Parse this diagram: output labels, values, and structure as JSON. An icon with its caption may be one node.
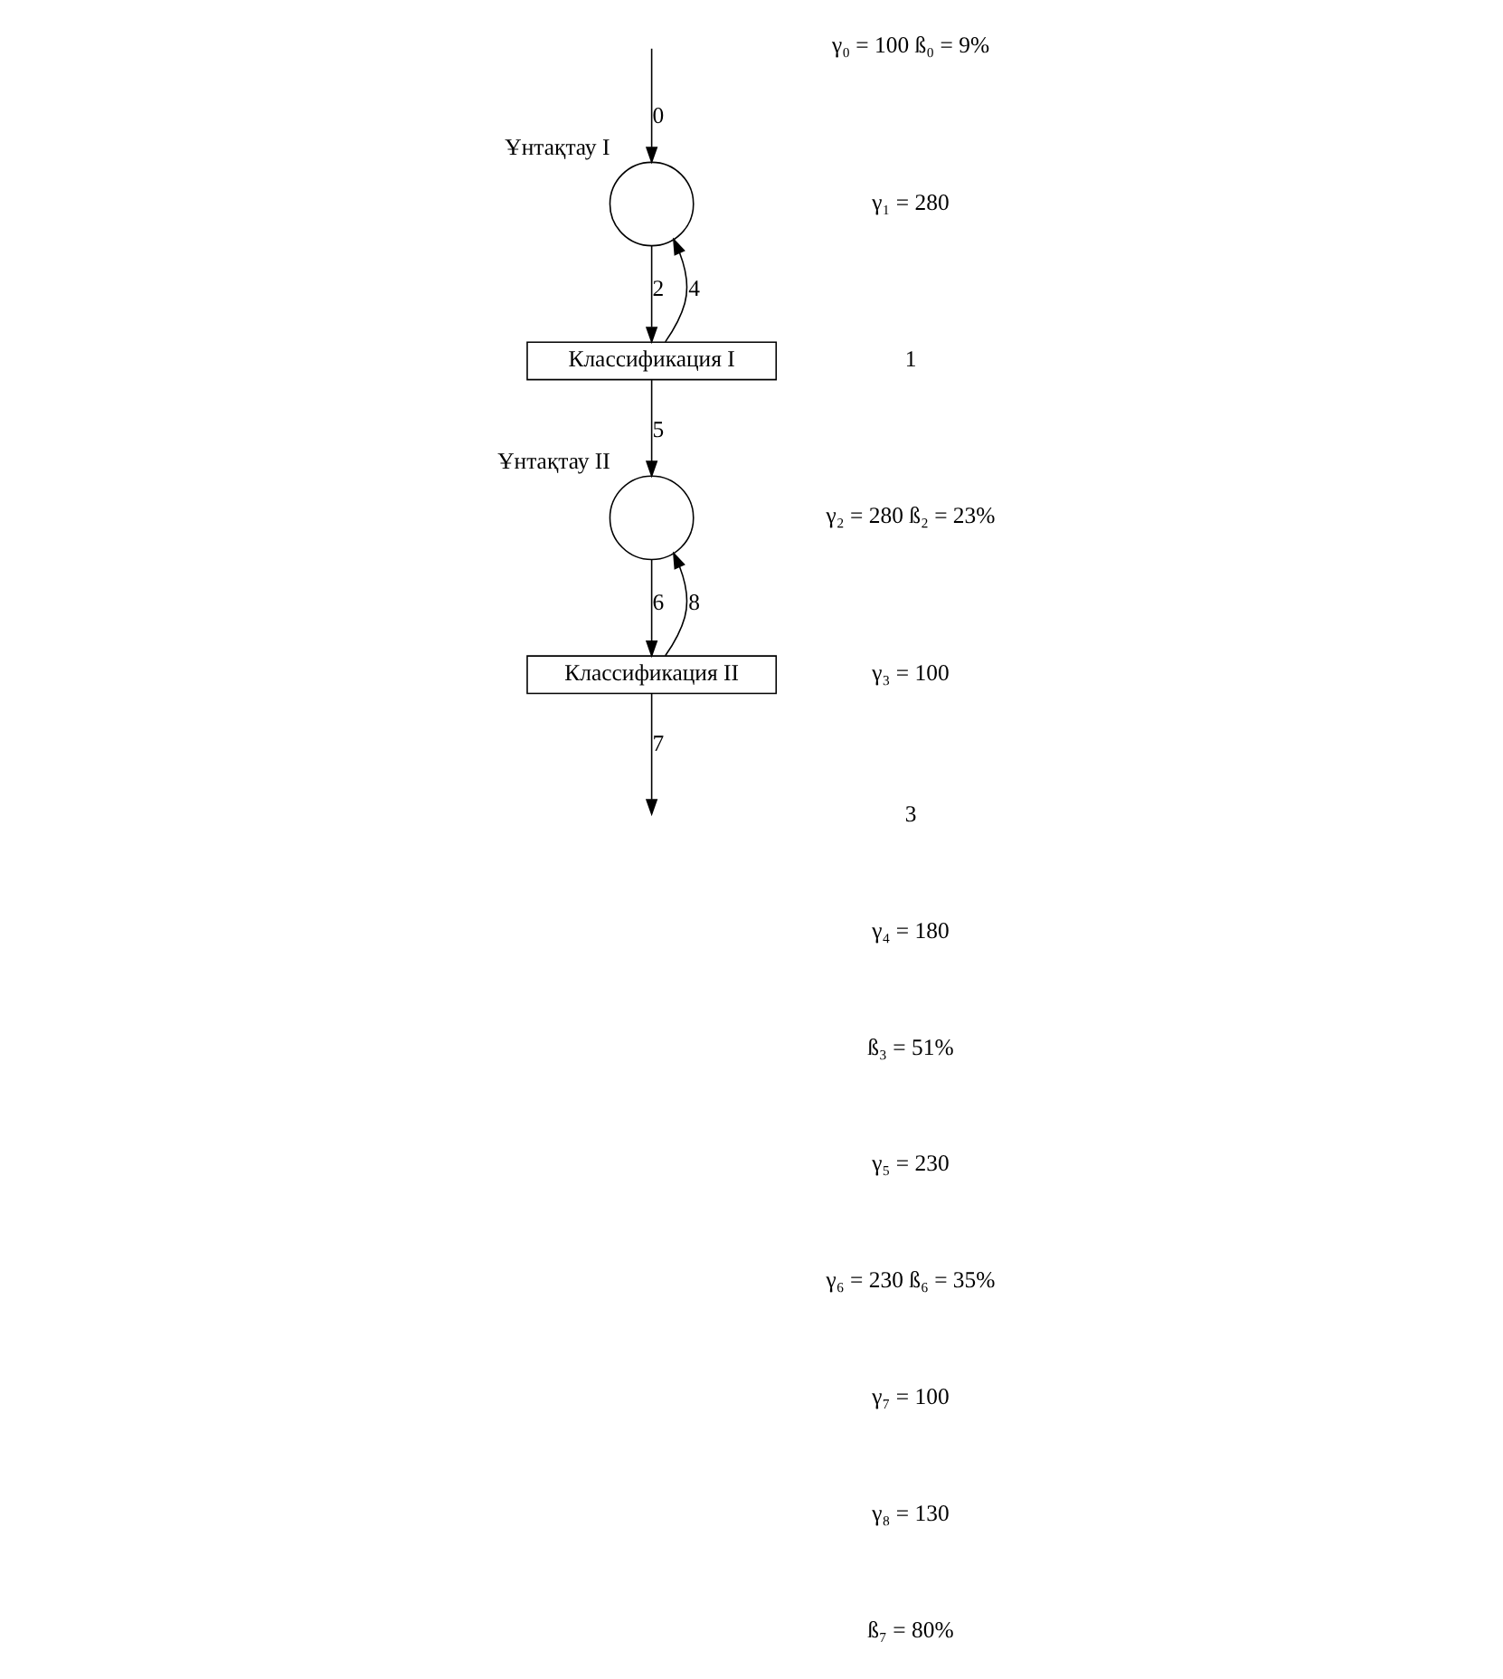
{
  "diagram": {
    "nodes": [
      {
        "text": [
          "Ұнтақтау I"
        ]
      },
      {
        "text": [
          "Классификация I"
        ]
      },
      {
        "text": [
          "Ұнтақтау II"
        ]
      },
      {
        "text": [
          "Классификация II"
        ]
      }
    ],
    "edges": [
      {
        "from": null,
        "to": 0,
        "arrow": "to",
        "label": "0"
      },
      {
        "from": 0,
        "to": 1,
        "arrow": "to",
        "label": "2"
      },
      {
        "from": 1,
        "to": 0,
        "arrow": "to",
        "label": "4"
      },
      {
        "from": 1,
        "to": 2,
        "arrow": "to",
        "label": "5"
      },
      {
        "from": 2,
        "to": 3,
        "arrow": "to",
        "label": "6"
      },
      {
        "from": 3,
        "to": 2,
        "arrow": "to",
        "label": "8"
      },
      {
        "from": 3,
        "to": null,
        "arrow": "to",
        "label": "7"
      }
    ],
    "labels": [
      "γ₀ = 100 ß₀ = 9%",
      "γ₁ = 280",
      "1",
      "γ₂ = 280 ß₂ = 23%",
      "γ₃ = 100",
      "3",
      "γ₄ = 180",
      "ß₃ = 51%",
      "γ₅ = 230",
      "γ₆ = 230 ß₆ = 35%",
      "γ₇ = 100",
      "γ₈ = 130",
      "ß₇ = 80%"
    ]
  }
}
